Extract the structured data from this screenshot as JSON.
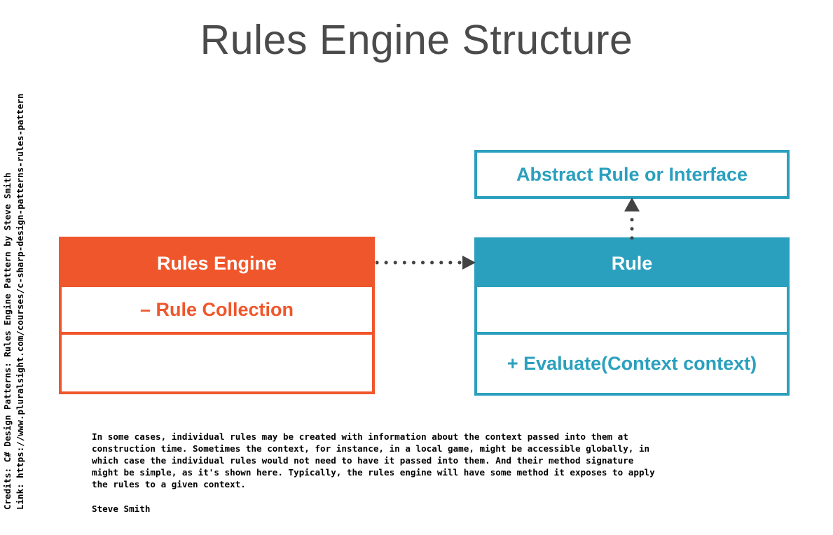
{
  "title": "Rules Engine Structure",
  "colors": {
    "orange": "#f0562b",
    "teal": "#2ba0be",
    "title_gray": "#4b4b4b",
    "arrow_gray": "#434343",
    "text_black": "#000000",
    "background": "#ffffff"
  },
  "credits": {
    "line1": "Credits: C# Design Patterns: Rules Engine Pattern by Steve Smith",
    "line2": "Link: https://www.pluralsight.com/courses/c-sharp-design-patterns-rules-pattern"
  },
  "diagram": {
    "abstract_rule": {
      "name": "Abstract Rule or Interface"
    },
    "rule": {
      "name": "Rule",
      "attributes": "",
      "methods": "+ Evaluate(Context context)"
    },
    "rules_engine": {
      "name": "Rules Engine",
      "attributes": "– Rule Collection",
      "methods": ""
    },
    "arrows": {
      "dependency_label": "",
      "generalization_label": ""
    }
  },
  "narration": {
    "body": "In some cases, individual rules may be created with information about the context passed into them at\nconstruction time. Sometimes the context, for instance, in a local game, might be accessible globally, in\nwhich case the individual rules would not need to have it passed into them. And their method signature\nmight be simple, as it's shown here. Typically, the rules engine will have some method it exposes to apply\nthe rules to a given context.",
    "signature": "Steve Smith"
  }
}
